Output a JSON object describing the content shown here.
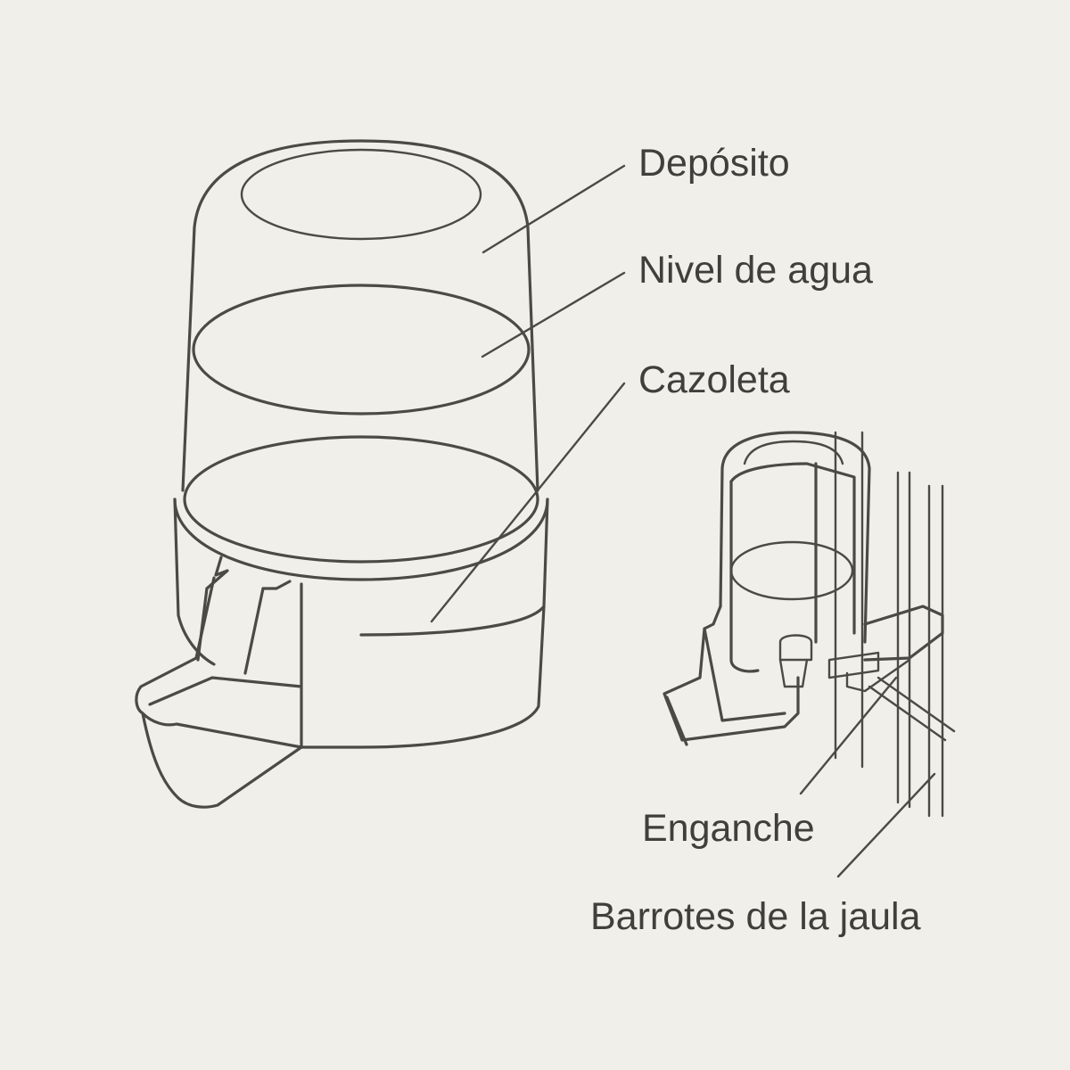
{
  "labels": {
    "deposito": "Depósito",
    "nivel_de_agua": "Nivel de agua",
    "cazoleta": "Cazoleta",
    "enganche": "Enganche",
    "barrotes": "Barrotes de la jaula"
  },
  "colors": {
    "background": "#f1efe9",
    "line": "#4a4a46",
    "text": "#3f3f3c"
  }
}
